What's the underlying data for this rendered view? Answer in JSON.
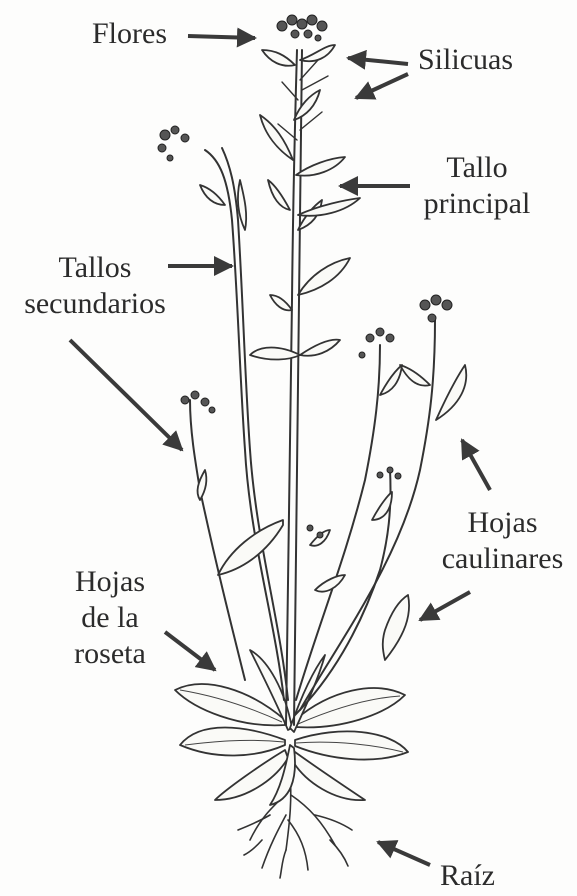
{
  "labels": {
    "flores": "Flores",
    "silicuas": "Silicuas",
    "tallo_principal": [
      "Tallo",
      "principal"
    ],
    "tallos_secundarios": [
      "Tallos",
      "secundarios"
    ],
    "hojas_caulinares": [
      "Hojas",
      "caulinares"
    ],
    "hojas_roseta": [
      "Hojas",
      "de la",
      "roseta"
    ],
    "raiz": "Raíz"
  }
}
